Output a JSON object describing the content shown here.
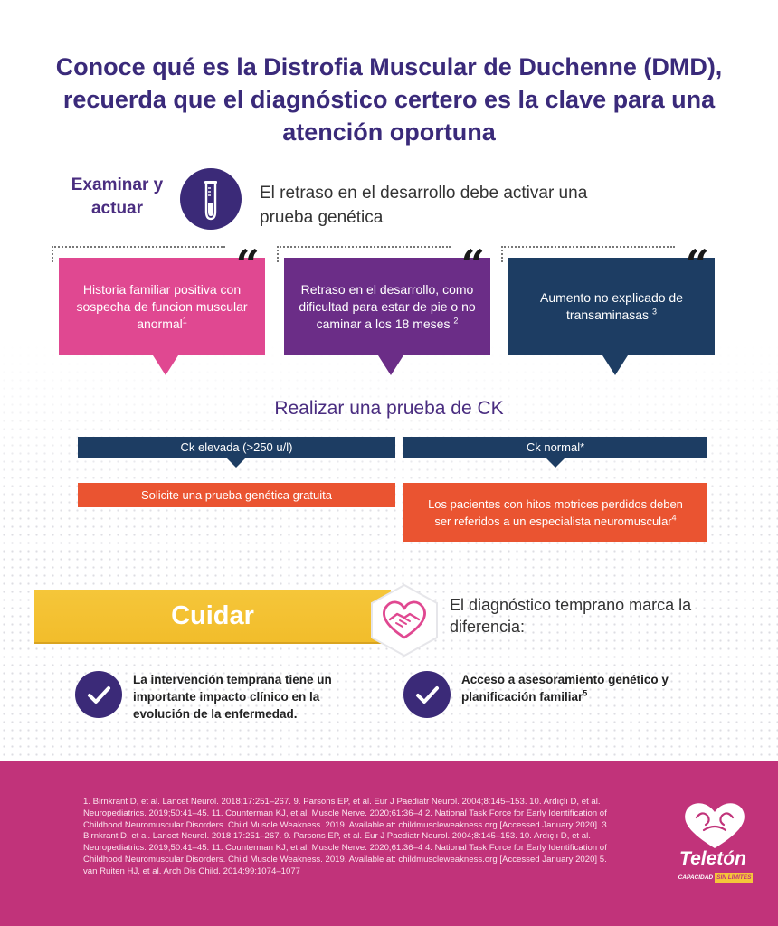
{
  "title": "Conoce qué es la Distrofia Muscular de Duchenne (DMD), recuerda que el diagnóstico certero es la clave para una atención oportuna",
  "examinar": {
    "label": "Examinar y actuar",
    "icon": "test-tube-icon",
    "text": "El retraso en el desarrollo debe activar una prueba genética"
  },
  "cards": [
    {
      "text": "Historia familiar positiva con sospecha de funcion muscular anormal",
      "sup": "1",
      "color": "#e04891"
    },
    {
      "text": "Retraso en el desarrollo, como dificultad para estar de pie o no caminar a los 18 meses",
      "sup": "2",
      "color": "#6b2d87"
    },
    {
      "text": "Aumento no explicado de transaminasas",
      "sup": "3",
      "color": "#1d3d63"
    }
  ],
  "quote_mark": "“",
  "ck": {
    "title": "Realizar una prueba de CK",
    "elevated_label": "Ck elevada (>250 u/l)",
    "normal_label": "Ck normal*",
    "elevated_action": "Solicite una prueba genética gratuita",
    "normal_action": "Los pacientes con hitos motrices perdidos deben ser referidos a un especialista neuromuscular",
    "normal_action_sup": "4"
  },
  "cuidar": {
    "label": "Cuidar",
    "icon": "heart-hands-icon",
    "text": "El diagnóstico temprano marca  la diferencia:",
    "bullets": [
      {
        "text": "La intervención temprana tiene un importante impacto clínico en la evolución de la enfermedad.",
        "sup": ""
      },
      {
        "text": "Acceso a asesoramiento genético y planificación familiar",
        "sup": "5"
      }
    ]
  },
  "references": "1. Birnkrant D, et al. Lancet Neurol. 2018;17:251–267. 9. Parsons EP, et al. Eur J Paediatr Neurol. 2004;8:145–153. 10. Ardıçlı D, et al. Neuropediatrics. 2019;50:41–45. 11. Counterman KJ, et al. Muscle Nerve. 2020;61:36–4   2. National Task Force for Early Identification of Childhood Neuromuscular Disorders. Child Muscle Weakness. 2019. Available at: childmuscleweakness.org [Accessed January 2020].     3. Birnkrant D, et al. Lancet Neurol. 2018;17:251–267. 9. Parsons EP, et al. Eur J Paediatr Neurol. 2004;8:145–153. 10. Ardıçlı D, et al. Neuropediatrics. 2019;50:41–45. 11. Counterman KJ, et al. Muscle Nerve. 2020;61:36–4    4. National Task Force for Early Identification of Childhood Neuromuscular Disorders. Child Muscle   Weakness. 2019. Available at: childmuscleweakness.org [Accessed January 2020]    5. van Ruiten HJ, et al. Arch Dis Child. 2014;99:1074–1077",
  "logo": {
    "name": "Teletón",
    "tag_left": "CAPACIDAD",
    "tag_right": "SIN LÍMITES"
  },
  "colors": {
    "purple": "#3b2a78",
    "magenta": "#c1337a",
    "orange": "#ea5431",
    "navy": "#1d3d63",
    "yellow": "#f5c63a"
  }
}
